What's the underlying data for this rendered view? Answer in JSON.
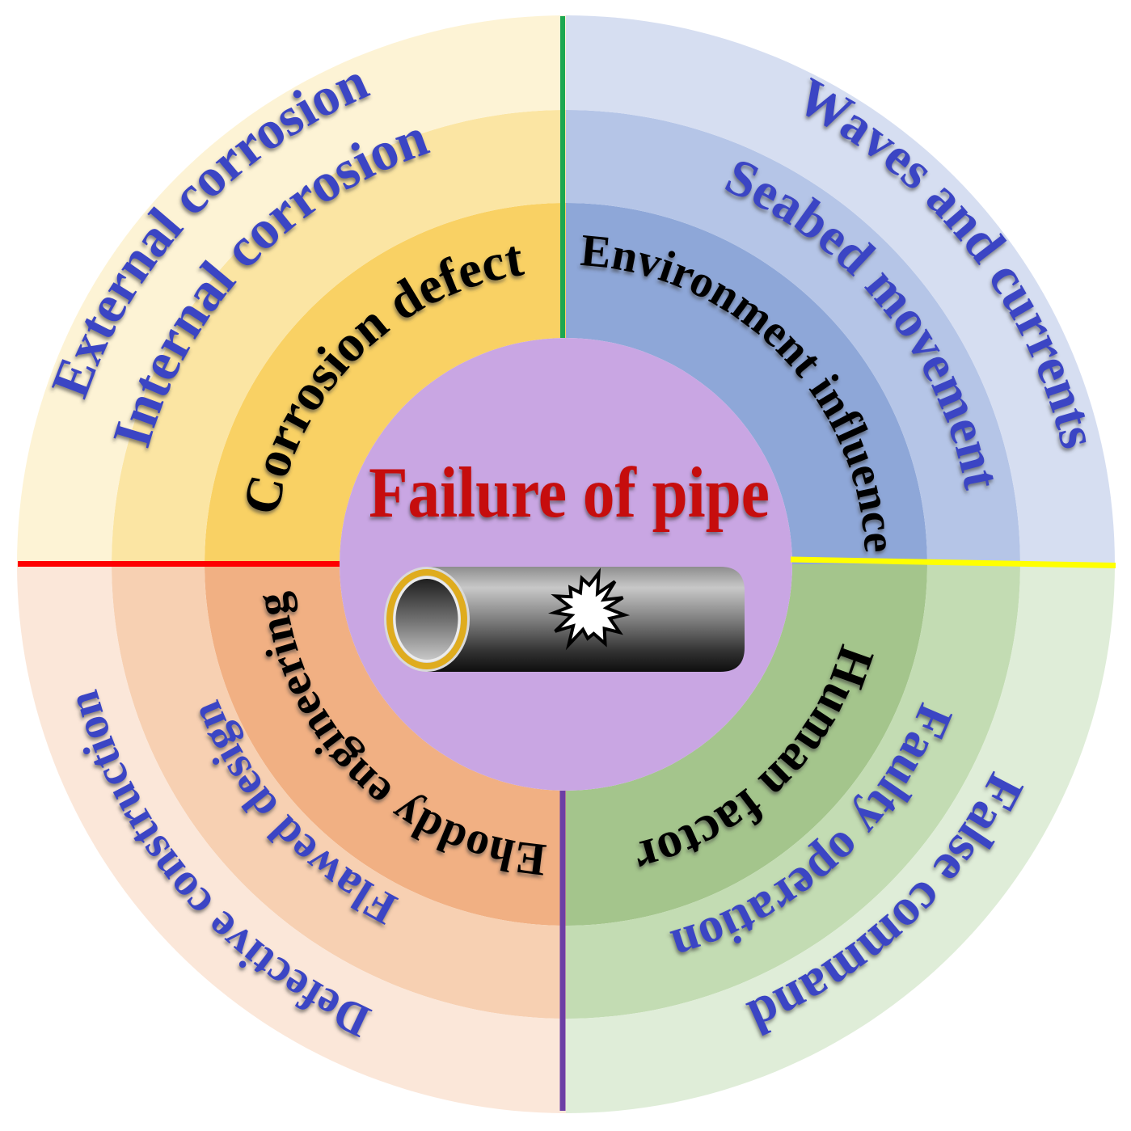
{
  "figure": {
    "title": "Failure of pipe",
    "center": {
      "label": "Failure of pipe",
      "text_color": "#c60808",
      "bg_color": "#c9a6e3",
      "icon": "burst-pipe"
    },
    "quadrants": [
      {
        "name": "corrosion-defect",
        "position": "top-left",
        "theme": "yellow",
        "rings": {
          "inner": {
            "label": "Corrosion defect",
            "bg": "#f9d164",
            "text_color": "#000000"
          },
          "middle": {
            "label": "Internal corrosion",
            "bg": "#fbe5a3",
            "text_color": "#3a45c4"
          },
          "outer": {
            "label": "External corrosion",
            "bg": "#fdf3d5",
            "text_color": "#3a45c4"
          }
        }
      },
      {
        "name": "environment-influence",
        "position": "top-right",
        "theme": "blue",
        "rings": {
          "inner": {
            "label": "Environment influence",
            "bg": "#8ea7d8",
            "text_color": "#000000"
          },
          "middle": {
            "label": "Seabed movement",
            "bg": "#b5c5e7",
            "text_color": "#3a45c4"
          },
          "outer": {
            "label": "Waves and currents",
            "bg": "#d6def1",
            "text_color": "#3a45c4"
          }
        }
      },
      {
        "name": "human-factor",
        "position": "bottom-right",
        "theme": "green",
        "rings": {
          "inner": {
            "label": "Human factor",
            "bg": "#a4c58c",
            "text_color": "#000000"
          },
          "middle": {
            "label": "Faulty operation",
            "bg": "#c3dcb3",
            "text_color": "#3a45c4"
          },
          "outer": {
            "label": "False command",
            "bg": "#dfedd8",
            "text_color": "#3a45c4"
          }
        }
      },
      {
        "name": "shoddy-engineering",
        "position": "bottom-left",
        "theme": "orange",
        "rings": {
          "inner": {
            "label": "Ehoddy engineering",
            "bg": "#f1b083",
            "text_color": "#000000"
          },
          "middle": {
            "label": "Flawed design",
            "bg": "#f7d0b2",
            "text_color": "#3a45c4"
          },
          "outer": {
            "label": "Defective construction",
            "bg": "#fbe7d9",
            "text_color": "#3a45c4"
          }
        }
      }
    ],
    "divider_lines": [
      {
        "position": "top",
        "color": "#1ca750"
      },
      {
        "position": "right",
        "color": "#ffff00"
      },
      {
        "position": "bottom",
        "color": "#6c3fa5"
      },
      {
        "position": "left",
        "color": "#fe0000"
      }
    ]
  }
}
